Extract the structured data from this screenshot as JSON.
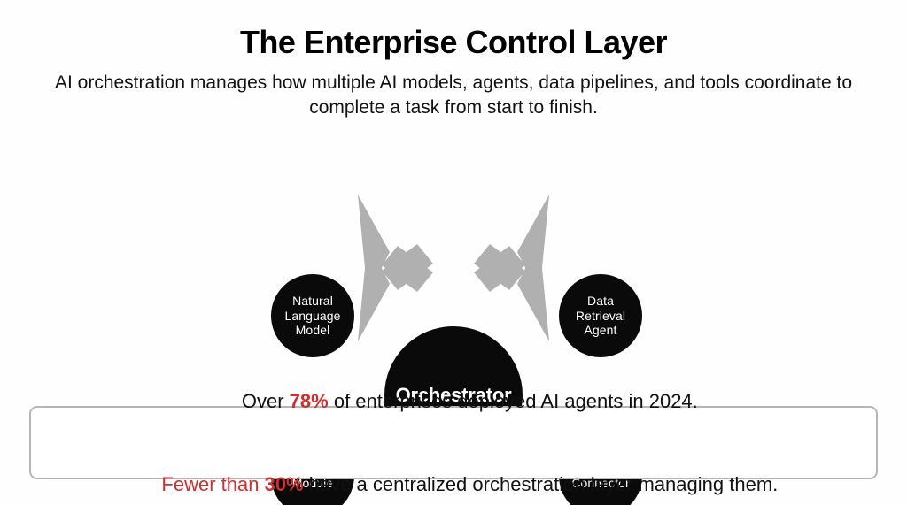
{
  "header": {
    "title": "The Enterprise Control Layer",
    "subtitle": "AI orchestration manages how multiple AI models, agents, data pipelines, and tools coordinate to complete a task from start to finish."
  },
  "diagram": {
    "hub": {
      "label": "Orchestrator"
    },
    "nodes": [
      {
        "id": "nlm",
        "label": "Natural\nLanguage\nModel",
        "position": "top-left"
      },
      {
        "id": "dra",
        "label": "Data\nRetrieval\nAgent",
        "position": "top-right"
      },
      {
        "id": "log",
        "label": "Logging\nModule",
        "position": "bottom-left"
      },
      {
        "id": "api",
        "label": "API\nConnector",
        "position": "bottom-right"
      }
    ],
    "arrows": [
      {
        "from": "Orchestrator",
        "to": "Natural Language Model",
        "direction": "up-left"
      },
      {
        "from": "Orchestrator",
        "to": "Data Retrieval Agent",
        "direction": "up-right"
      },
      {
        "from": "Orchestrator",
        "to": "Logging Module",
        "direction": "down-left"
      },
      {
        "from": "Orchestrator",
        "to": "API Connector",
        "direction": "down-right"
      }
    ],
    "colors": {
      "node_fill": "#0a0a0a",
      "node_text": "#ffffff",
      "arrow": "#b0b0b0"
    }
  },
  "callout": {
    "line1": {
      "prefix": "Over ",
      "stat": "78%",
      "suffix": " of enterprises deployed AI agents in 2024."
    },
    "line2": {
      "prefix": "Fewer than ",
      "stat": "30%",
      "suffix": " have a centralized orchestration layer managing them."
    },
    "accent_color": "#cf2f2f",
    "border_color": "#b6b6b6"
  }
}
